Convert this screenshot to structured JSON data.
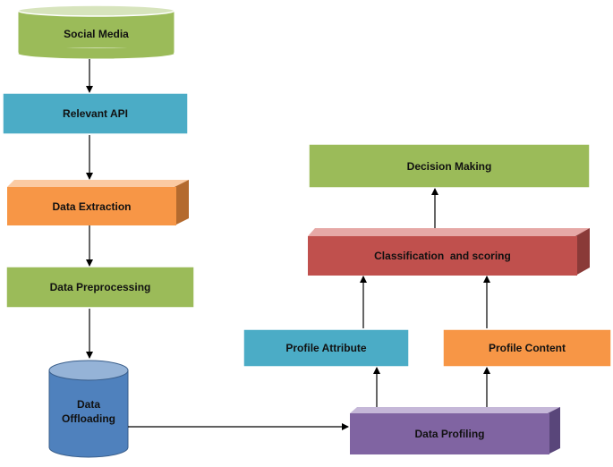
{
  "colors": {
    "green": "#9bbb59",
    "blue": "#4bacc6",
    "orange": "#f79646",
    "red": "#c0504d",
    "purple": "#8064a2",
    "cylinder_blue": "#4f81bd",
    "arrow": "#000000"
  },
  "nodes": {
    "social_media": "Social Media",
    "relevant_api": "Relevant API",
    "data_extraction": "Data Extraction",
    "data_preprocessing": "Data Preprocessing",
    "data_offloading": "Data\nOffloading",
    "data_profiling": "Data Profiling",
    "profile_attribute": "Profile Attribute",
    "profile_content": "Profile Content",
    "classification_scoring": "Classification  and scoring",
    "decision_making": "Decision Making"
  }
}
